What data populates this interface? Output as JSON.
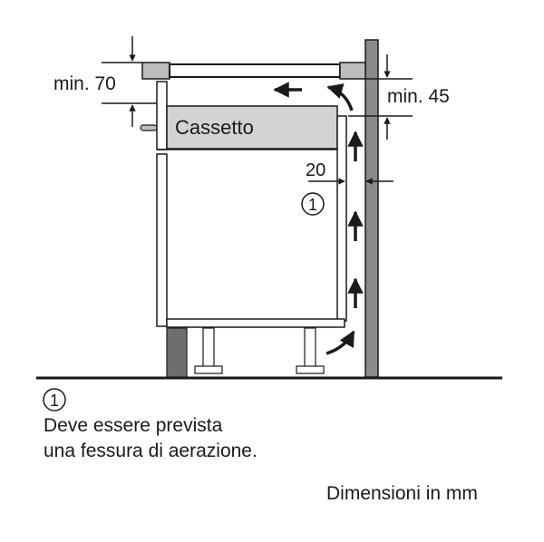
{
  "diagram": {
    "dimension_top_left": "min. 70",
    "dimension_top_right": "min. 45",
    "drawer_label": "Cassetto",
    "gap_dimension": "20",
    "callout_marker": "1"
  },
  "legend": {
    "marker": "1",
    "line1": "Deve essere prevista",
    "line2": "una fessura di aerazione."
  },
  "footer": {
    "units_note": "Dimensioni in mm"
  },
  "colors": {
    "wall_gray": "#8a8a8a",
    "drawer_fill": "#d3d3d3",
    "outline": "#1a1a1a"
  }
}
